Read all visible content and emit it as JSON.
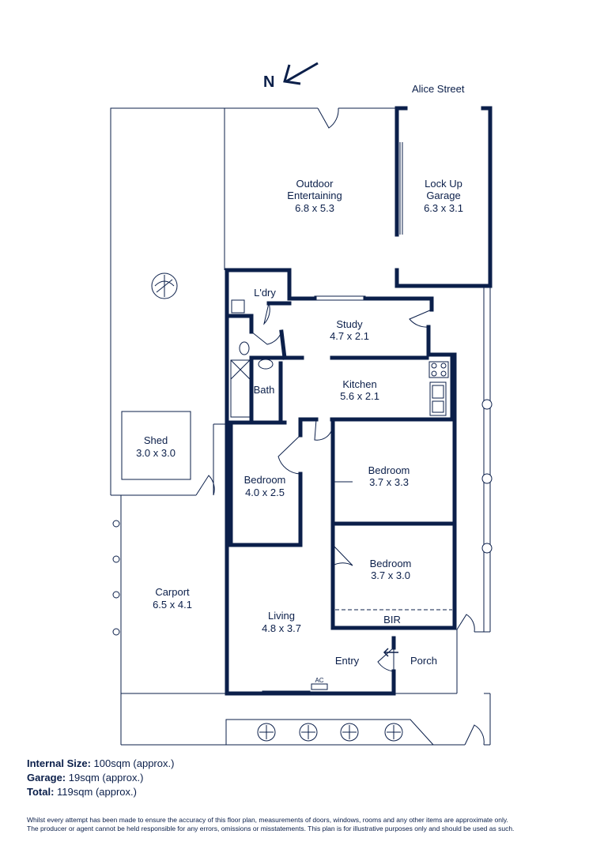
{
  "compass": {
    "label": "N",
    "icon": "north-arrow-icon"
  },
  "street": "Alice Street",
  "rooms": {
    "outdoor": {
      "name_line1": "Outdoor",
      "name_line2": "Entertaining",
      "size": "6.8 x 5.3"
    },
    "garage": {
      "name_line1": "Lock Up",
      "name_line2": "Garage",
      "size": "6.3 x 3.1"
    },
    "laundry": {
      "name": "L'dry"
    },
    "study": {
      "name": "Study",
      "size": "4.7 x 2.1"
    },
    "kitchen": {
      "name": "Kitchen",
      "size": "5.6 x 2.1"
    },
    "bath": {
      "name": "Bath"
    },
    "shed": {
      "name": "Shed",
      "size": "3.0 x 3.0"
    },
    "bedroom1": {
      "name": "Bedroom",
      "size": "4.0 x 2.5"
    },
    "bedroom2": {
      "name": "Bedroom",
      "size": "3.7 x 3.3"
    },
    "bedroom3": {
      "name": "Bedroom",
      "size": "3.7 x 3.0"
    },
    "bir": {
      "name": "BIR"
    },
    "carport": {
      "name": "Carport",
      "size": "6.5 x 4.1"
    },
    "living": {
      "name": "Living",
      "size": "4.8 x 3.7"
    },
    "entry": {
      "name": "Entry"
    },
    "porch": {
      "name": "Porch"
    },
    "ac": {
      "name": "AC"
    }
  },
  "areas": {
    "internal": {
      "label": "Internal Size:",
      "value": "100sqm (approx.)"
    },
    "garage": {
      "label": "Garage:",
      "value": "19sqm (approx.)"
    },
    "total": {
      "label": "Total:",
      "value": "119sqm (approx.)"
    }
  },
  "disclaimer": {
    "line1": "Whilst every attempt has been made to ensure the accuracy of this floor plan, measurements of doors, windows, rooms and any other items are approximate only.",
    "line2": "The producer or agent cannot be held responsible for any errors, omissions or misstatements. This plan is for illustrative purposes only and should be used as such."
  },
  "colors": {
    "ink": "#0b1f4a",
    "background": "#ffffff"
  }
}
